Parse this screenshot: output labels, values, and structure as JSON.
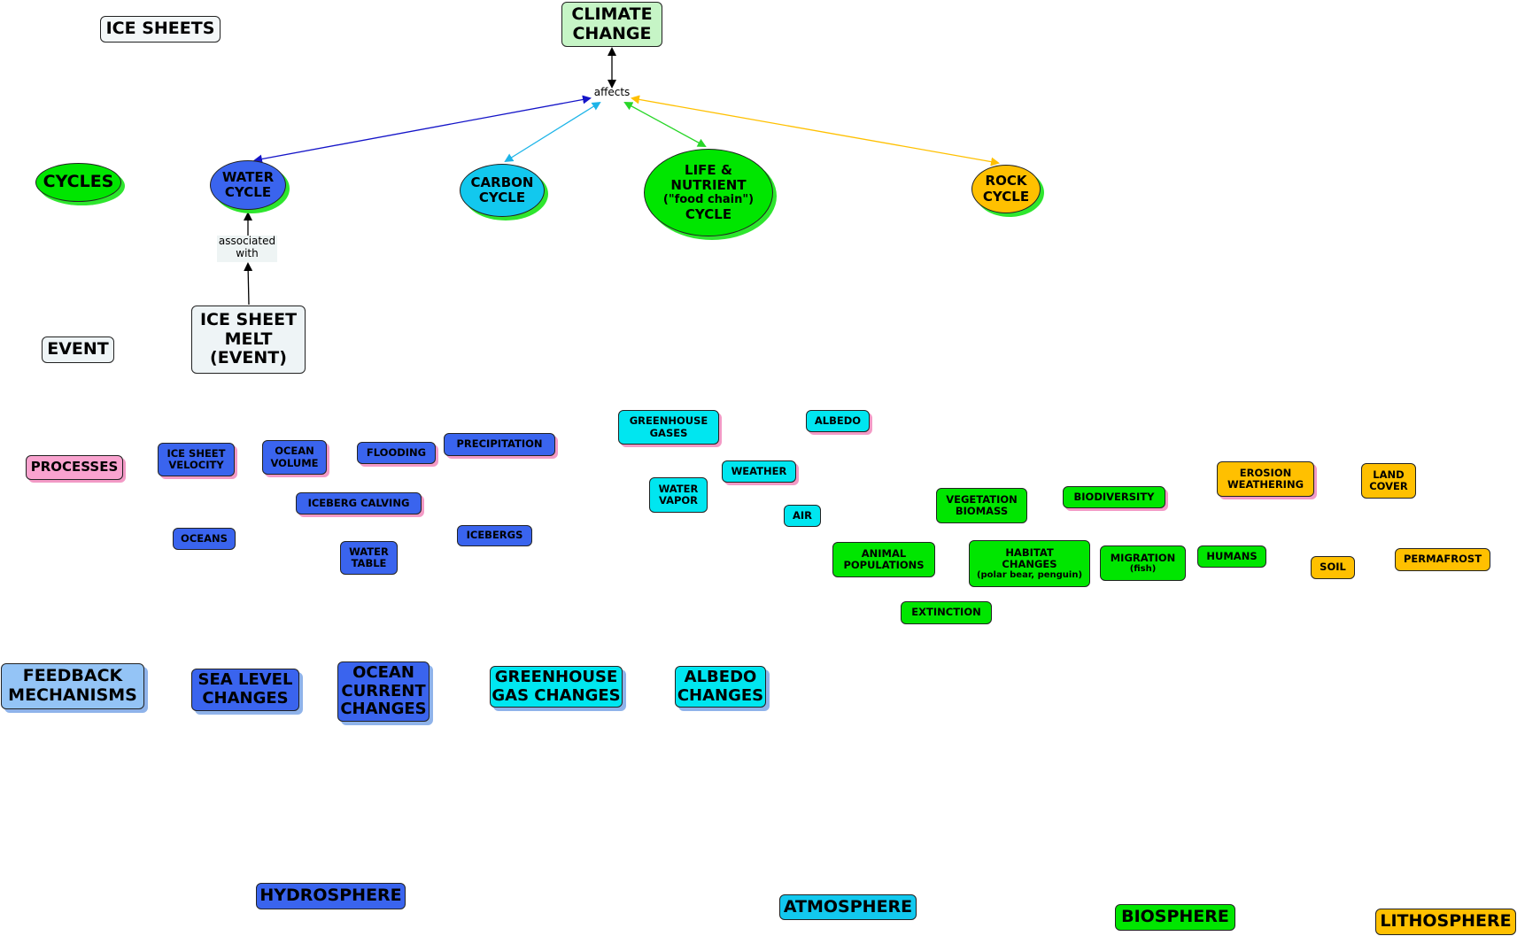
{
  "colors": {
    "hydro": "#3a64ee",
    "atmo": "#00e6f0",
    "atmo_dark": "#12c8ee",
    "bio": "#00e600",
    "litho": "#ffc000",
    "pink": "#f9a3cf",
    "light": "#eef4f6",
    "mint": "#c6f5c6",
    "feedback": "#94c4f6"
  },
  "legend": {
    "ice_sheets": "ICE SHEETS",
    "cycles": "CYCLES",
    "event": "EVENT",
    "processes": "PROCESSES",
    "feedback": "FEEDBACK MECHANISMS"
  },
  "top": {
    "climate_change": "CLIMATE CHANGE",
    "affects": "affects"
  },
  "cycles": {
    "water": "WATER CYCLE",
    "carbon": "CARBON CYCLE",
    "life_line1": "LIFE &",
    "life_line2": "NUTRIENT",
    "life_line3": "(\"food chain\")",
    "life_line4": "CYCLE",
    "rock": "ROCK CYCLE"
  },
  "event": {
    "associated_with": "associated with",
    "ice_sheet_melt": "ICE SHEET MELT (EVENT)"
  },
  "hydro_processes": {
    "ice_sheet_velocity": "ICE SHEET VELOCITY",
    "ocean_volume": "OCEAN VOLUME",
    "flooding": "FLOODING",
    "precipitation": "PRECIPITATION",
    "iceberg_calving": "ICEBERG CALVING",
    "oceans": "OCEANS",
    "water_table": "WATER TABLE",
    "icebergs": "ICEBERGS"
  },
  "atmo_processes": {
    "greenhouse_gases": "GREENHOUSE GASES",
    "albedo": "ALBEDO",
    "weather": "WEATHER",
    "water_vapor": "WATER VAPOR",
    "air": "AIR"
  },
  "bio_processes": {
    "vegetation_biomass": "VEGETATION BIOMASS",
    "biodiversity": "BIODIVERSITY",
    "animal_populations": "ANIMAL POPULATIONS",
    "habitat_changes": "HABITAT CHANGES",
    "habitat_changes_sub": "(polar bear, penguin)",
    "migration": "MIGRATION",
    "migration_sub": "(fish)",
    "humans": "HUMANS",
    "extinction": "EXTINCTION"
  },
  "litho_processes": {
    "erosion_weathering": "EROSION WEATHERING",
    "land_cover": "LAND COVER",
    "soil": "SOIL",
    "permafrost": "PERMAFROST"
  },
  "feedback": {
    "sea_level": "SEA LEVEL CHANGES",
    "ocean_current": "OCEAN CURRENT CHANGES",
    "greenhouse_gas": "GREENHOUSE GAS CHANGES",
    "albedo": "ALBEDO CHANGES"
  },
  "spheres": {
    "hydrosphere": "HYDROSPHERE",
    "atmosphere": "ATMOSPHERE",
    "biosphere": "BIOSPHERE",
    "lithosphere": "LITHOSPHERE"
  }
}
